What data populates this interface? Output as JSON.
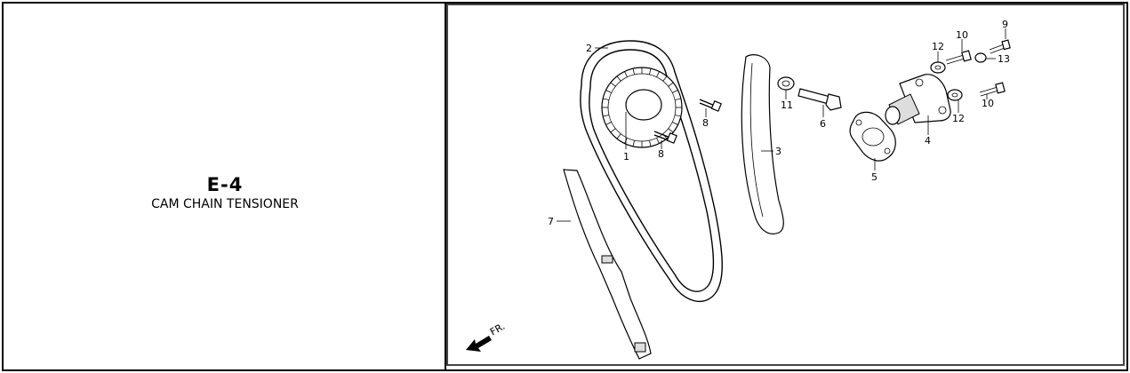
{
  "section": {
    "code": "E-4",
    "title": "CAM CHAIN TENSIONER"
  },
  "diagram": {
    "direction_label": "FR.",
    "callouts": [
      "1",
      "2",
      "3",
      "4",
      "5",
      "6",
      "7",
      "8",
      "8",
      "9",
      "10",
      "10",
      "11",
      "12",
      "12",
      "13"
    ]
  },
  "icons": {
    "front_arrow": "arrow-left-down-icon"
  }
}
